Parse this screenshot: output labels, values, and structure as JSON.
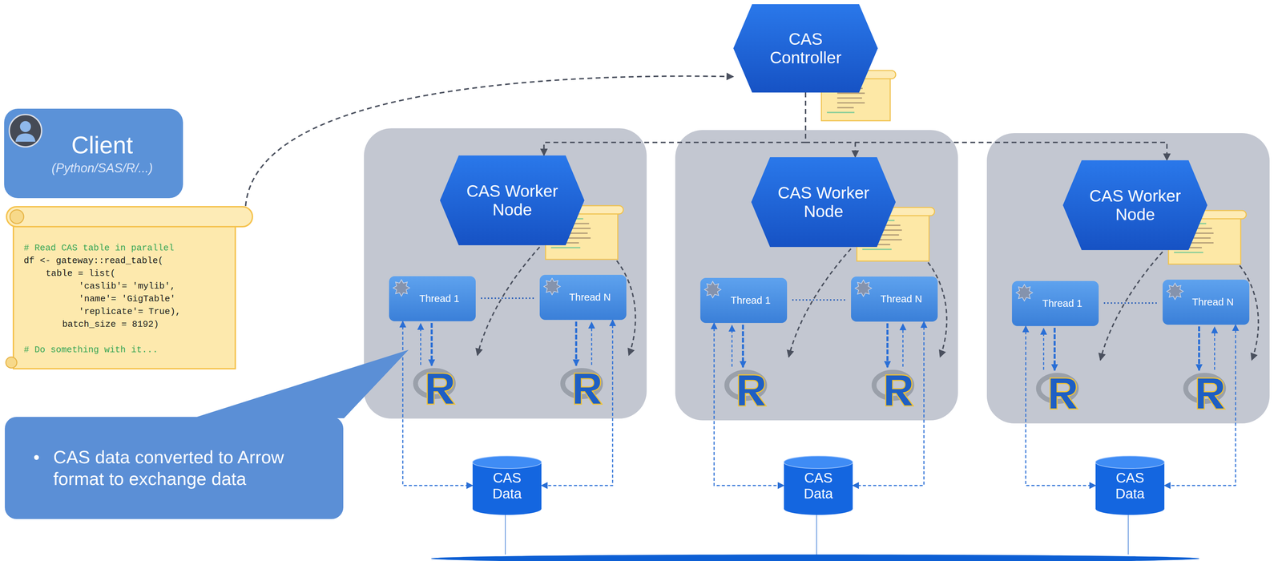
{
  "diagram": {
    "nodes": [
      {
        "text": [
          "Client",
          "(Python/SAS/R/...)"
        ]
      },
      {
        "text": [
          "# Read CAS table in parallel",
          "df <- gateway::read_table(",
          "table = list(",
          "'caslib'= 'mylib',",
          "'name'= 'GigTable'",
          "'replicate'= True),",
          "batch_size = 8192)",
          "# Do something with it..."
        ]
      },
      {
        "text": [
          "•",
          "CAS data converted to Arrow format to exchange data"
        ]
      },
      {
        "text": [
          "CAS Controller"
        ]
      },
      {
        "text": [
          "CAS Worker Node"
        ]
      },
      {
        "text": [
          "Thread 1"
        ]
      },
      {
        "text": [
          "Thread N"
        ]
      },
      {
        "text": [
          "CAS Data"
        ]
      },
      {
        "text": [
          "CAS Worker Node"
        ]
      },
      {
        "text": [
          "Thread 1"
        ]
      },
      {
        "text": [
          "Thread N"
        ]
      },
      {
        "text": [
          "CAS Data"
        ]
      },
      {
        "text": [
          "CAS Worker Node"
        ]
      },
      {
        "text": [
          "Thread 1"
        ]
      },
      {
        "text": [
          "Thread N"
        ]
      },
      {
        "text": [
          "CAS Data"
        ]
      }
    ],
    "edges": [
      {
        "from": 1,
        "to": 3,
        "arrow": "to"
      },
      {
        "from": 3,
        "to": 4,
        "arrow": "to"
      },
      {
        "from": 3,
        "to": 8,
        "arrow": "to"
      },
      {
        "from": 3,
        "to": 12,
        "arrow": "to"
      },
      {
        "from": 5,
        "to": 7,
        "arrow": "both"
      },
      {
        "from": 6,
        "to": 7,
        "arrow": "both"
      },
      {
        "from": 9,
        "to": 11,
        "arrow": "both"
      },
      {
        "from": 10,
        "to": 11,
        "arrow": "both"
      },
      {
        "from": 13,
        "to": 15,
        "arrow": "both"
      },
      {
        "from": 14,
        "to": 15,
        "arrow": "both"
      }
    ]
  }
}
